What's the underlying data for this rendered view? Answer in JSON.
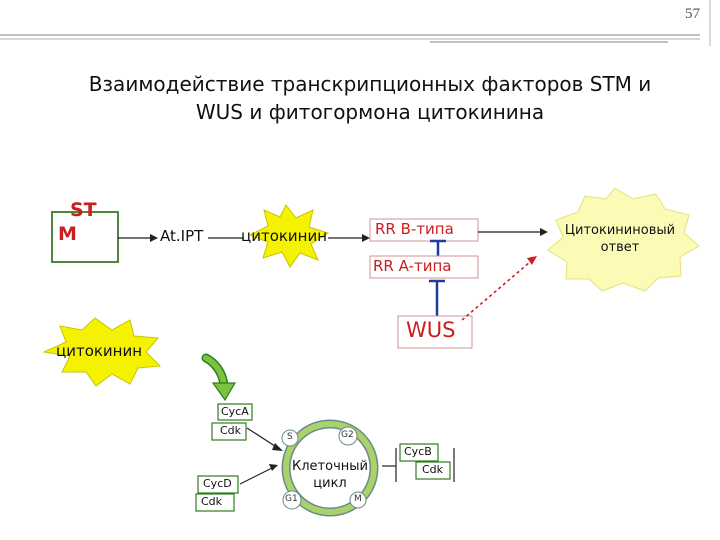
{
  "page_number": "57",
  "title": {
    "line1": "Взаимодействие транскрипционных факторов STM и",
    "line2": "WUS и фитогормона цитокинина"
  },
  "nodes": {
    "stm_line1": "ST",
    "stm_line2": "M",
    "atipt": "At.IPT",
    "cytokinin_top": "цитокинин",
    "rr_b": "RR B-типа",
    "rr_a": "RR A-типа",
    "wus": "WUS",
    "response_line1": "Цитокининовый",
    "response_line2": "ответ",
    "cytokinin_left": "цитокинин"
  },
  "cell_cycle": {
    "cyca": "CycA",
    "cyca_cdk": "Cdk",
    "cycd": "CycD",
    "cycd_cdk": "Cdk",
    "cycb": "CycB",
    "cycb_cdk": "Cdk",
    "center_line1": "Клеточный",
    "center_line2": "цикл",
    "phase_s": "S",
    "phase_g2": "G2",
    "phase_g1": "G1",
    "phase_m": "M"
  },
  "colors": {
    "stm_box": "#3a7a28",
    "starburst_yellow": "#f5f200",
    "starburst_pale": "#fbfbb6",
    "repression_blue": "#1f3c9a",
    "red_text": "#c81e1e",
    "arrow_dotted": "#d21e1e",
    "curved_arrow": "#7bc142",
    "box_green": "#2e7d1f",
    "cycle_ring": "#6c8a8a",
    "cycle_ring_inner": "#a9d36a"
  }
}
